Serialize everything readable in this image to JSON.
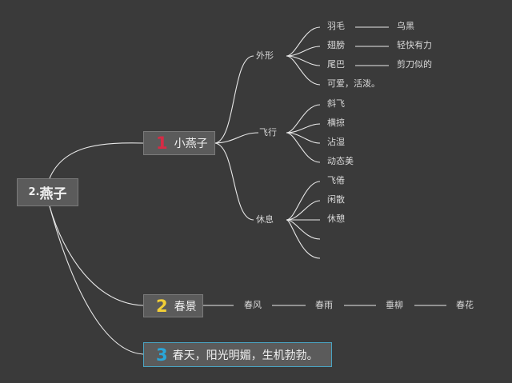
{
  "root": {
    "number": "2.",
    "title": "燕子"
  },
  "branches": [
    {
      "badge": "1",
      "badge_color": "#d62b45",
      "label": "小燕子"
    },
    {
      "badge": "2",
      "badge_color": "#f2cf36",
      "label": "春景"
    },
    {
      "badge": "3",
      "badge_color": "#2aa6d9",
      "label": "春天，阳光明媚，生机勃勃。"
    }
  ],
  "subtopics": {
    "appearance": {
      "label": "外形",
      "items": [
        "羽毛",
        "翅膀",
        "尾巴",
        "可爱，活泼。"
      ],
      "details": [
        "乌黑",
        "轻快有力",
        "剪刀似的"
      ]
    },
    "flight": {
      "label": "飞行",
      "items": [
        "斜飞",
        "横掠",
        "沾湿",
        "动态美"
      ]
    },
    "rest": {
      "label": "休息",
      "items": [
        "飞倦",
        "闲散",
        "休憩",
        ""
      ]
    }
  },
  "spring_chain": [
    "春风",
    "春雨",
    "垂柳",
    "春花"
  ]
}
